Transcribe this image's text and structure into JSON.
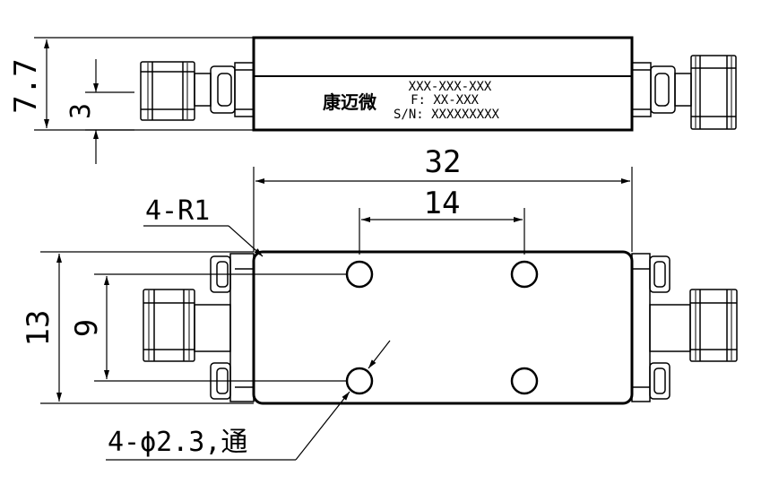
{
  "top_view": {
    "dim_height": "7.7",
    "dim_inner": "3",
    "plate": {
      "brand": "康迈微",
      "line1": "XXX-XXX-XXX",
      "line2": "F: XX-XXX",
      "line3": "S/N: XXXXXXXXX"
    }
  },
  "bottom_view": {
    "dim_length": "32",
    "dim_hole_spacing_x": "14",
    "dim_width": "13",
    "dim_hole_spacing_y": "9",
    "corner_radius_label": "4-R1",
    "hole_callout": "4-ϕ2.3,通"
  }
}
